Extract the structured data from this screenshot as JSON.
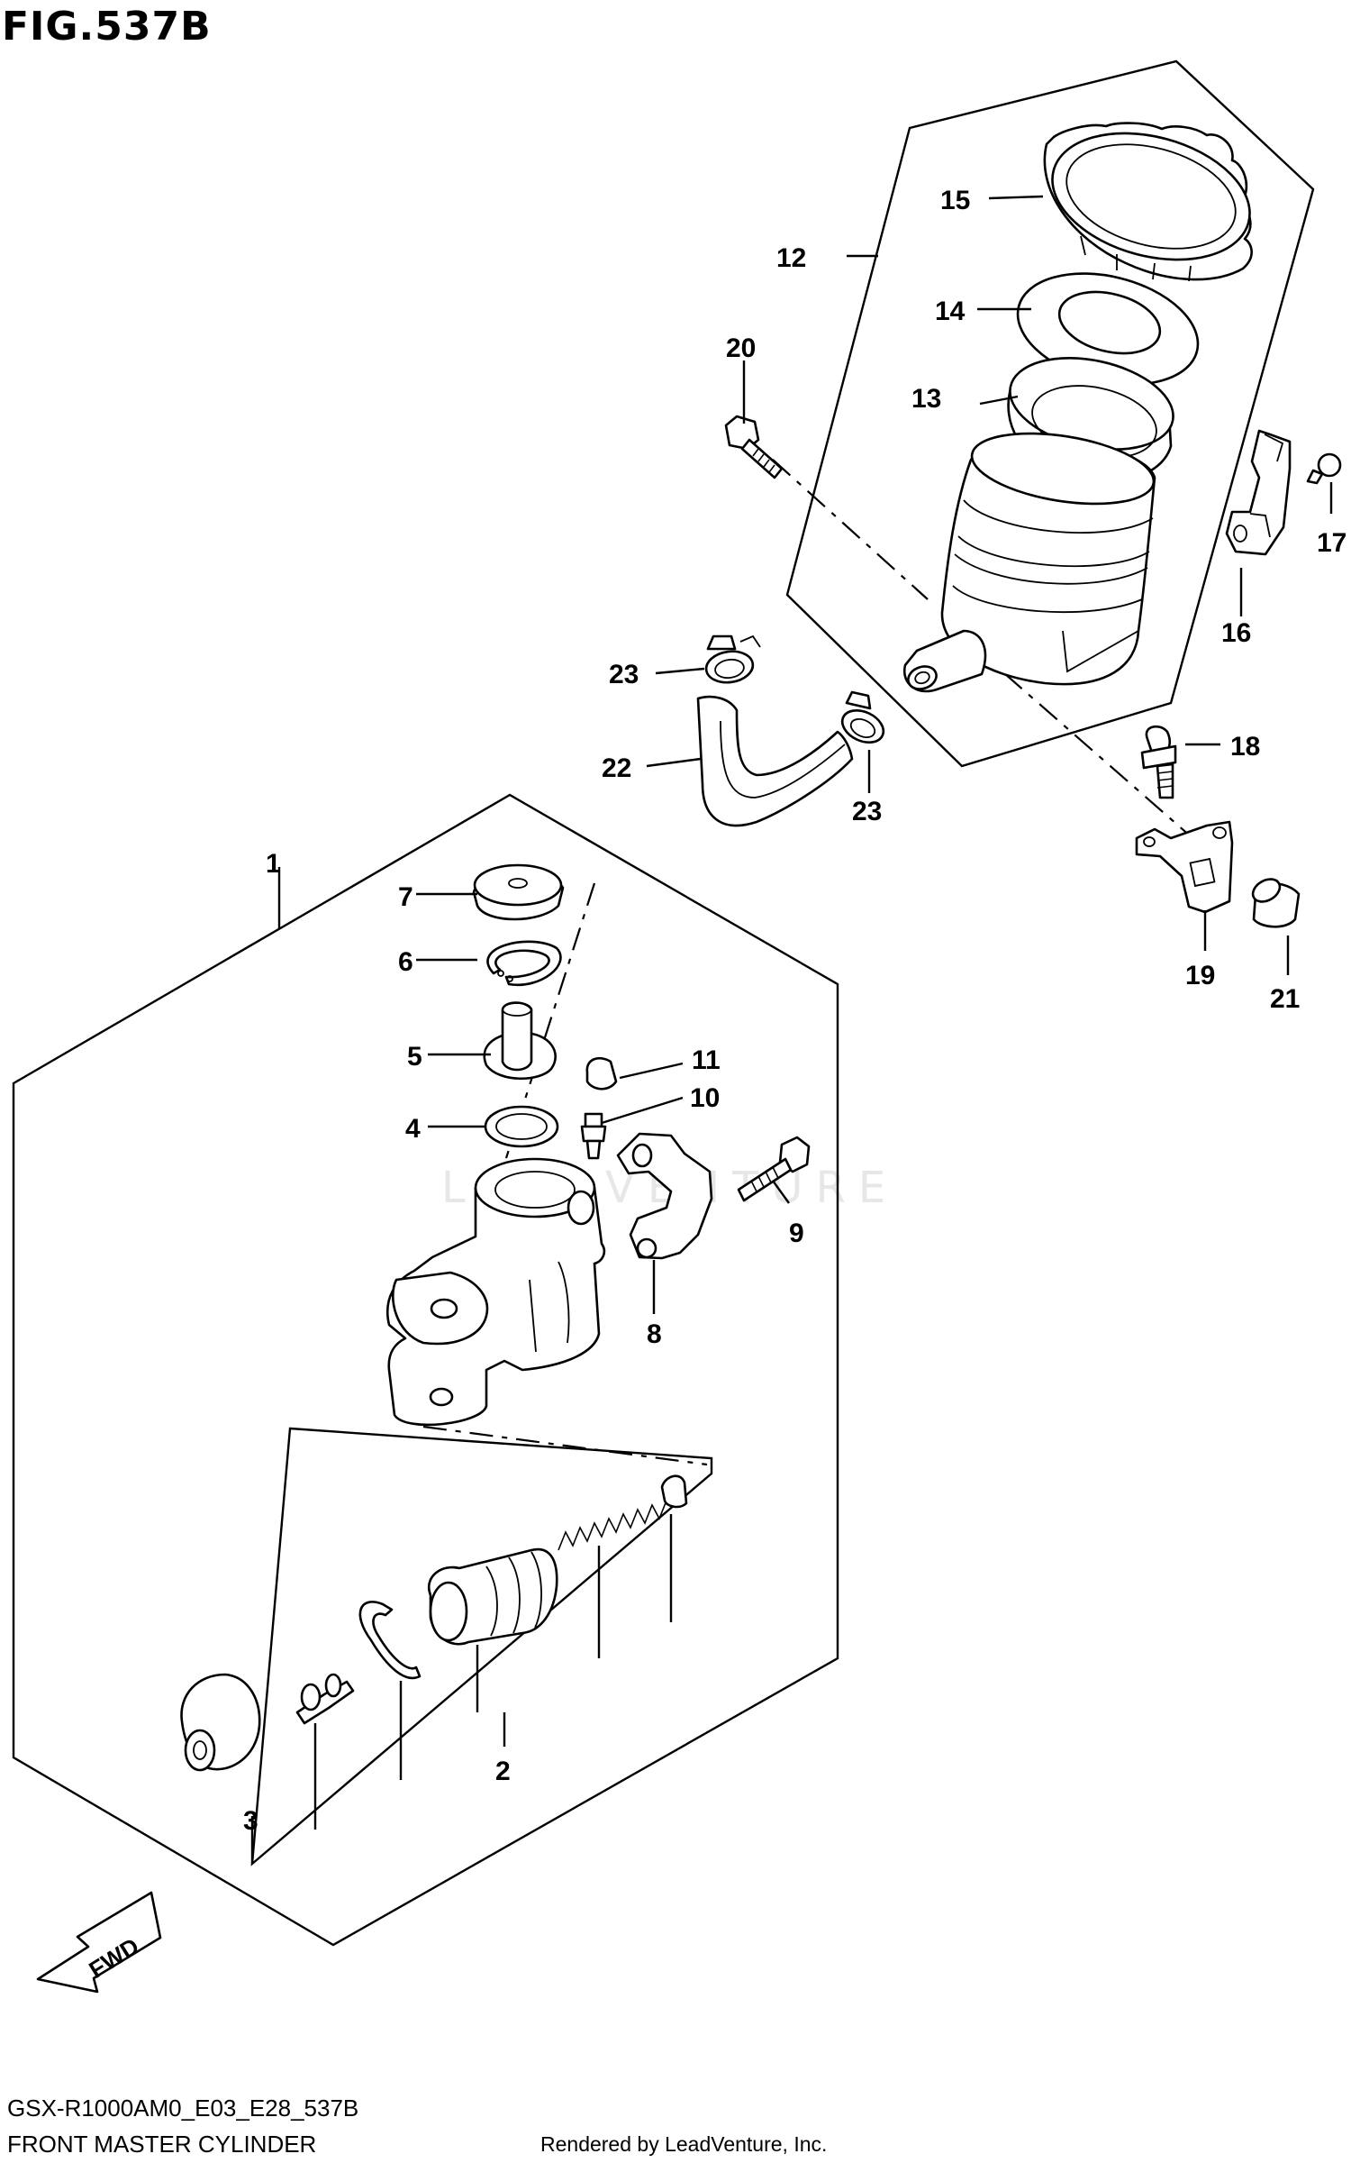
{
  "figure": {
    "title": "FIG.537B",
    "model_code": "GSX-R1000AM0_E03_E28_537B",
    "name": "FRONT MASTER CYLINDER",
    "credit": "Rendered by LeadVenture, Inc.",
    "watermark": "LEADVENTURE",
    "direction_label": "FWD"
  },
  "callouts": [
    {
      "id": "c1",
      "label": "1"
    },
    {
      "id": "c2",
      "label": "2"
    },
    {
      "id": "c3",
      "label": "3"
    },
    {
      "id": "c4",
      "label": "4"
    },
    {
      "id": "c5",
      "label": "5"
    },
    {
      "id": "c6",
      "label": "6"
    },
    {
      "id": "c7",
      "label": "7"
    },
    {
      "id": "c8",
      "label": "8"
    },
    {
      "id": "c9",
      "label": "9"
    },
    {
      "id": "c10",
      "label": "10"
    },
    {
      "id": "c11",
      "label": "11"
    },
    {
      "id": "c12",
      "label": "12"
    },
    {
      "id": "c13",
      "label": "13"
    },
    {
      "id": "c14",
      "label": "14"
    },
    {
      "id": "c15",
      "label": "15"
    },
    {
      "id": "c16",
      "label": "16"
    },
    {
      "id": "c17",
      "label": "17"
    },
    {
      "id": "c18",
      "label": "18"
    },
    {
      "id": "c19",
      "label": "19"
    },
    {
      "id": "c20",
      "label": "20"
    },
    {
      "id": "c21",
      "label": "21"
    },
    {
      "id": "c22",
      "label": "22"
    },
    {
      "id": "c23a",
      "label": "23"
    },
    {
      "id": "c23b",
      "label": "23"
    }
  ]
}
